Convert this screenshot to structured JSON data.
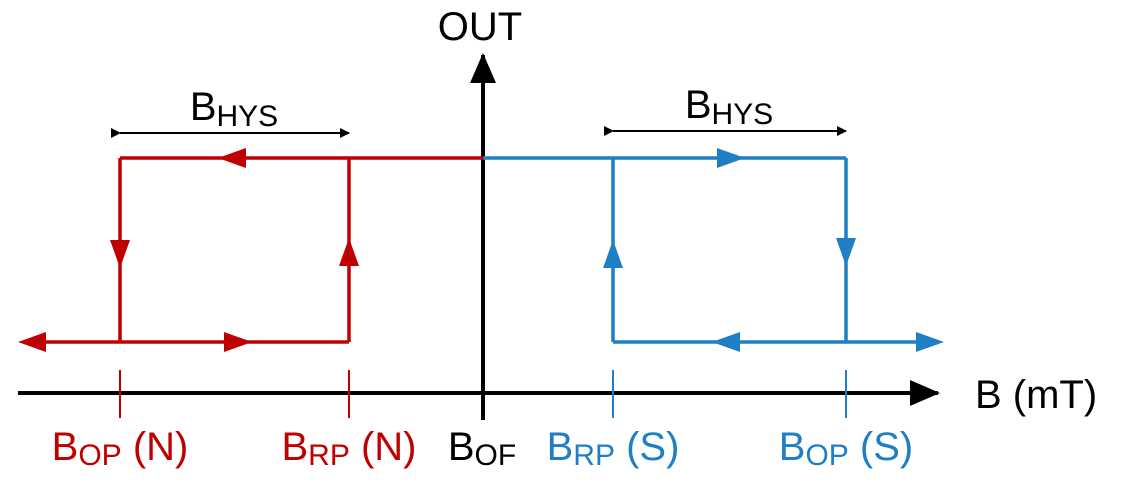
{
  "colors": {
    "axis": "#000000",
    "north": "#c00000",
    "south": "#1f7fc4",
    "dimension": "#000000"
  },
  "axes": {
    "y_label": "OUT",
    "x_label": "B (mT)"
  },
  "dimensions": {
    "north_hys": {
      "main": "B",
      "sub": "HYS"
    },
    "south_hys": {
      "main": "B",
      "sub": "HYS"
    }
  },
  "tick_labels": {
    "bop_n": {
      "main": "B",
      "sub": "OP",
      "suffix": " (N)"
    },
    "brp_n": {
      "main": "B",
      "sub": "RP",
      "suffix": " (N)"
    },
    "bof": {
      "main": "B",
      "sub": "OF",
      "suffix": ""
    },
    "brp_s": {
      "main": "B",
      "sub": "RP",
      "suffix": " (S)"
    },
    "bop_s": {
      "main": "B",
      "sub": "OP",
      "suffix": " (S)"
    }
  }
}
